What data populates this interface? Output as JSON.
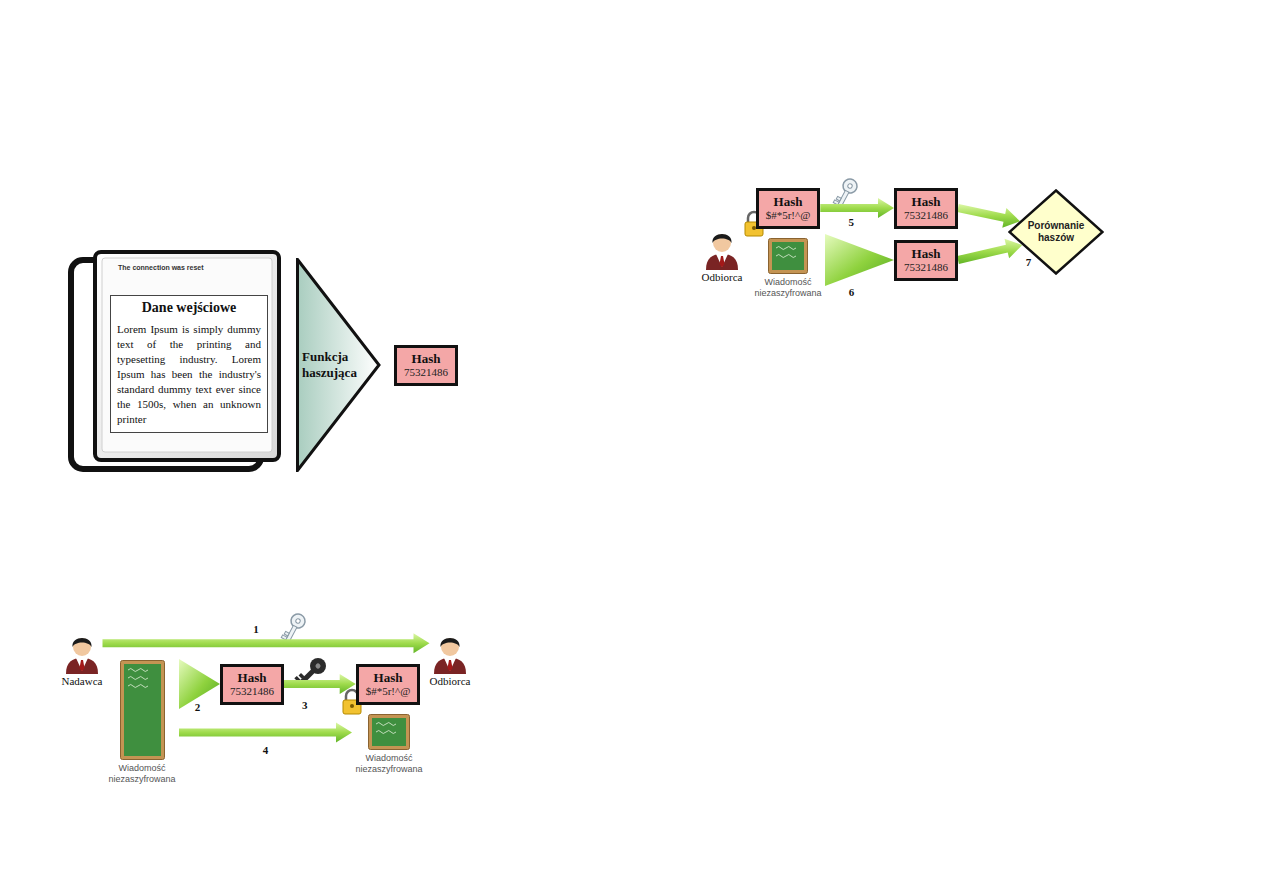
{
  "diagram": {
    "nodes": [
      {
        "text": [
          "The connection was reset"
        ]
      },
      {
        "text": [
          "Dane wejściowe",
          "Lorem Ipsum is simply dummy text of the printing and typesetting industry. Lorem Ipsum has been the industry's standard dummy text ever since the 1500s, when an unknown printer"
        ],
        "in": 0
      },
      {
        "text": [
          "Funkcja haszująca"
        ]
      },
      {
        "text": [
          "Hash",
          "75321486"
        ]
      },
      {
        "text": [
          "Odbiorca"
        ]
      },
      {
        "text": [
          "Hash",
          "$#*5r!^@"
        ]
      },
      {
        "text": [
          "Wiadomość niezaszyfrowana"
        ]
      },
      {
        "text": [
          "Hash",
          "75321486"
        ]
      },
      {
        "text": [
          "Hash",
          "75321486"
        ]
      },
      {
        "text": [
          "Porównanie haszów"
        ]
      },
      {
        "text": [
          "Nadawca"
        ]
      },
      {
        "text": [
          "Wiadomość niezaszyfrowana"
        ]
      },
      {
        "text": [
          "Hash",
          "75321486"
        ]
      },
      {
        "text": [
          "Hash",
          "$#*5r!^@"
        ]
      },
      {
        "text": [
          "Odbiorca"
        ]
      },
      {
        "text": [
          "Wiadomość niezaszyfrowana"
        ]
      }
    ],
    "edges": [
      {
        "from": 5,
        "to": 7,
        "arrow": "to",
        "label": "5"
      },
      {
        "from": 6,
        "to": 8,
        "arrow": "to",
        "label": "6"
      },
      {
        "from": 7,
        "to": 9,
        "arrow": "to"
      },
      {
        "from": 8,
        "to": 9,
        "arrow": "to",
        "label": "7"
      },
      {
        "from": 10,
        "to": 14,
        "arrow": "to",
        "label": "1"
      },
      {
        "from": 11,
        "to": 12,
        "arrow": "to",
        "label": "2"
      },
      {
        "from": 12,
        "to": 13,
        "arrow": "to",
        "label": "3"
      },
      {
        "from": 11,
        "to": 15,
        "arrow": "to",
        "label": "4"
      }
    ]
  }
}
